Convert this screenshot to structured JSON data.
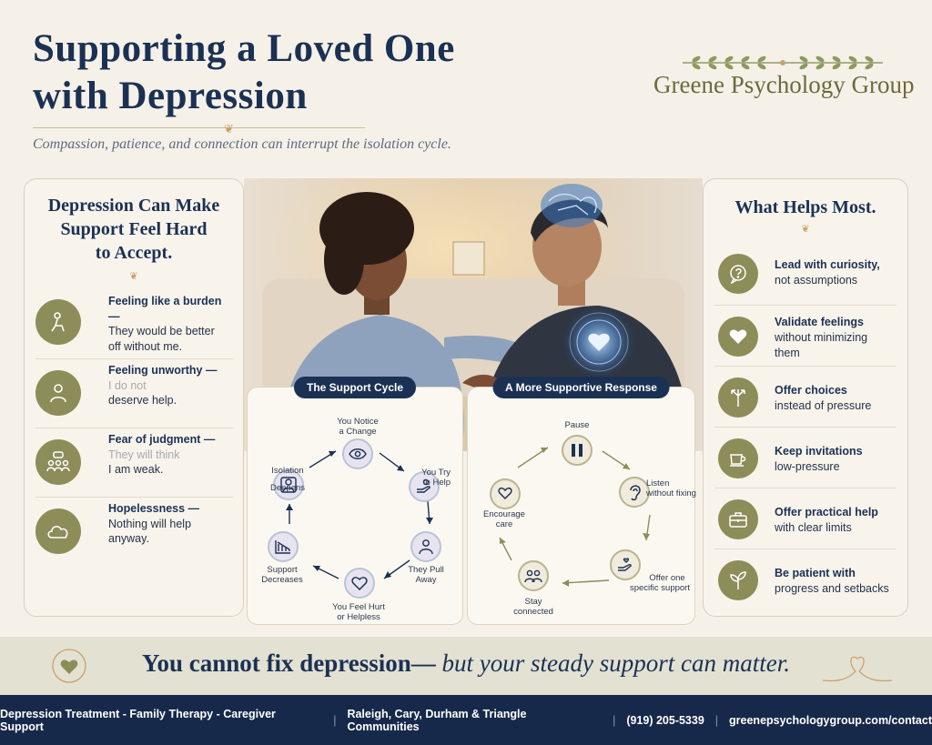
{
  "header": {
    "title_line1": "Supporting a Loved One",
    "title_line2": "with Depression",
    "subtitle": "Compassion, patience, and connection can interrupt the isolation cycle.",
    "brand": "Greene Psychology Group"
  },
  "left_panel": {
    "title_line1": "Depression Can Make",
    "title_line2": "Support Feel Hard",
    "title_line3": "to Accept.",
    "items": [
      {
        "heading": "Feeling like a burden —",
        "text1": "They would be better",
        "text2": "off without me.",
        "icon": "person-sitting-icon"
      },
      {
        "heading": "Feeling unworthy —",
        "text1": "I do not",
        "text2": "deserve help.",
        "icon": "person-heart-icon"
      },
      {
        "heading": "Fear of judgment —",
        "text1": "They will think",
        "text2": "I am weak.",
        "icon": "group-speech-icon"
      },
      {
        "heading": "Hopelessness —",
        "text1": "Nothing will help",
        "text2": "anyway.",
        "icon": "cloud-icon"
      }
    ]
  },
  "right_panel": {
    "title": "What Helps Most.",
    "items": [
      {
        "line1": "Lead with curiosity,",
        "line2": "not assumptions",
        "line3": "",
        "icon": "question-bubble-icon"
      },
      {
        "line1": "Validate feelings",
        "line2": "without minimizing",
        "line3": "them",
        "icon": "heart-icon"
      },
      {
        "line1": "Offer choices",
        "line2": "instead of pressure",
        "line3": "",
        "icon": "branching-arrows-icon"
      },
      {
        "line1": "Keep invitations",
        "line2": "low-pressure",
        "line3": "",
        "icon": "coffee-cup-icon"
      },
      {
        "line1": "Offer practical help",
        "line2": "with clear limits",
        "line3": "",
        "icon": "briefcase-icon"
      },
      {
        "line1": "Be patient with",
        "line2": "progress and setbacks",
        "line3": "",
        "icon": "sprout-icon"
      }
    ]
  },
  "support_cycle": {
    "title": "The Support Cycle",
    "nodes": [
      {
        "label1": "You Notice",
        "label2": "a Change"
      },
      {
        "label1": "You Try",
        "label2": "to Help"
      },
      {
        "label1": "They Pull",
        "label2": "Away"
      },
      {
        "label1": "You Feel Hurt",
        "label2": "or Helpless"
      },
      {
        "label1": "Support",
        "label2": "Decreases"
      },
      {
        "label1": "Isolation",
        "label2": "Deepens"
      }
    ]
  },
  "supportive_response": {
    "title": "A More Supportive Response",
    "nodes": [
      {
        "label1": "Pause",
        "label2": ""
      },
      {
        "label1": "Listen",
        "label2": "without fixing"
      },
      {
        "label1": "Offer one",
        "label2": "specific support"
      },
      {
        "label1": "Stay",
        "label2": "connected"
      },
      {
        "label1": "Encourage",
        "label2": "care"
      }
    ]
  },
  "banner": {
    "main": "You cannot fix depression—",
    "italic": " but your steady support can matter."
  },
  "footer": {
    "services": "Depression Treatment - Family Therapy - Caregiver Support",
    "areas": "Raleigh, Cary, Durham & Triangle Communities",
    "phone": "(919) 205-5339",
    "url": "greenepsychologygroup.com/contact"
  },
  "colors": {
    "navy": "#1b3154",
    "olive": "#8c8d58",
    "cream": "#f6f1e8",
    "gold": "#c9a06a"
  }
}
